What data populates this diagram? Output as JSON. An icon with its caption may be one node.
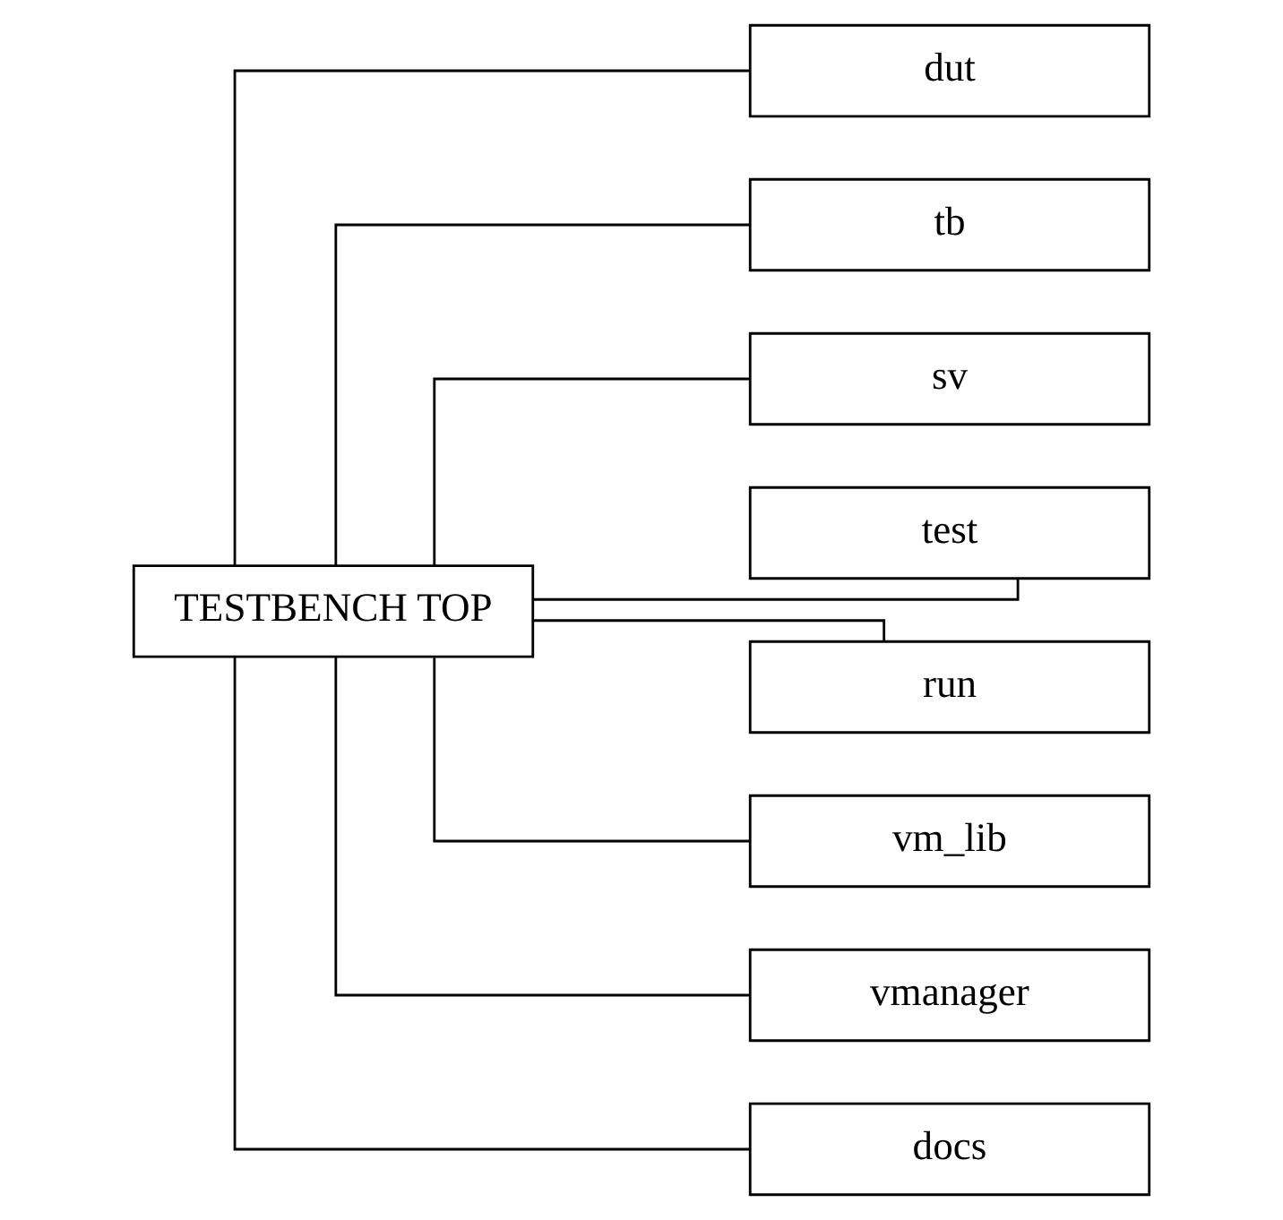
{
  "diagram": {
    "nodes": [
      {
        "text": [
          "TESTBENCH TOP"
        ]
      },
      {
        "text": [
          "dut"
        ]
      },
      {
        "text": [
          "tb"
        ]
      },
      {
        "text": [
          "sv"
        ]
      },
      {
        "text": [
          "test"
        ]
      },
      {
        "text": [
          "run"
        ]
      },
      {
        "text": [
          "vm_lib"
        ]
      },
      {
        "text": [
          "vmanager"
        ]
      },
      {
        "text": [
          "docs"
        ]
      }
    ],
    "edges": [
      {
        "from": 0,
        "to": 1,
        "arrow": "none"
      },
      {
        "from": 0,
        "to": 2,
        "arrow": "none"
      },
      {
        "from": 0,
        "to": 3,
        "arrow": "none"
      },
      {
        "from": 0,
        "to": 4,
        "arrow": "none"
      },
      {
        "from": 0,
        "to": 5,
        "arrow": "none"
      },
      {
        "from": 0,
        "to": 6,
        "arrow": "none"
      },
      {
        "from": 0,
        "to": 7,
        "arrow": "none"
      },
      {
        "from": 0,
        "to": 8,
        "arrow": "none"
      }
    ]
  }
}
